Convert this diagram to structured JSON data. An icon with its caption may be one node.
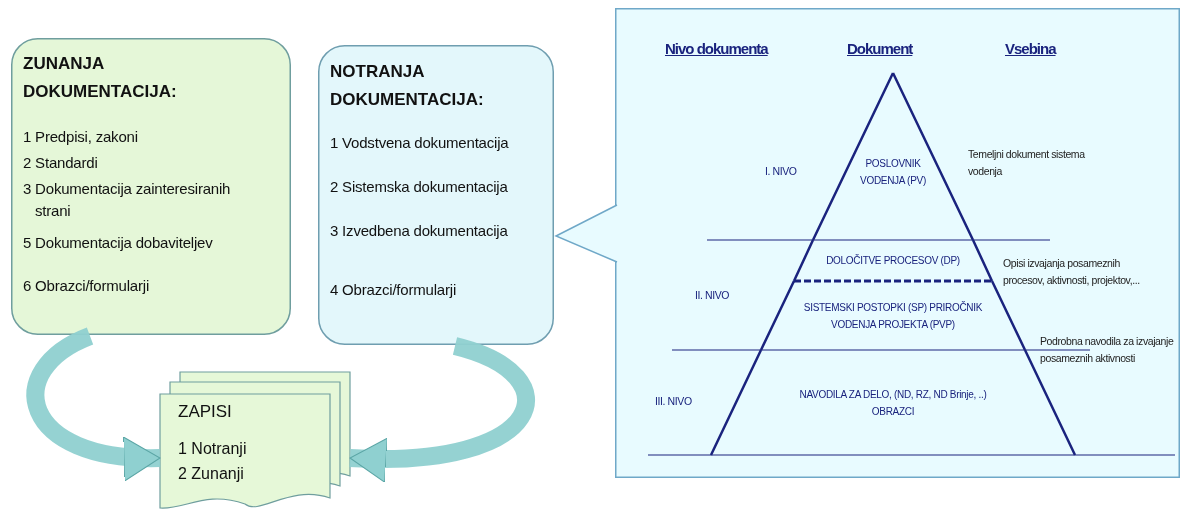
{
  "diagram": {
    "nodes": [
      {
        "text": [
          "ZUNANJA DOKUMENTACIJA:",
          "1 Predpisi, zakoni",
          "2 Standardi",
          "3 Dokumentacija zainteresiranih strani",
          "5 Dokumentacija dobaviteljev",
          "6 Obrazci/formularji"
        ]
      },
      {
        "text": [
          "NOTRANJA DOKUMENTACIJA:",
          "1 Vodstvena dokumentacija",
          "2 Sistemska dokumentacija",
          "3 Izvedbena dokumentacija",
          "4 Obrazci/formularji"
        ]
      },
      {
        "text": [
          "ZAPISI",
          "1 Notranji",
          "2 Zunanji"
        ]
      },
      {
        "text": [
          "Nivo dokumenta",
          "Dokument",
          "Vsebina"
        ]
      },
      {
        "text": [
          "POSLOVNIK VODENJA (PV)"
        ],
        "in": 3
      },
      {
        "text": [
          "DOLOČITVE PROCESOV (DP)"
        ],
        "in": 3
      },
      {
        "text": [
          "SISTEMSKI POSTOPKI (SP) PRIROČNIK VODENJA PROJEKTA (PVP)"
        ],
        "in": 3
      },
      {
        "text": [
          "NAVODILA ZA DELO, (ND, RZ, ND Brinje, ..) OBRAZCI"
        ],
        "in": 3
      }
    ],
    "edges": [
      {
        "from": 0,
        "to": 2,
        "arrow": "to"
      },
      {
        "from": 1,
        "to": 2,
        "arrow": "to"
      },
      {
        "from": 3,
        "to": 1,
        "arrow": "to"
      }
    ],
    "labels": [
      "I. NIVO",
      "Temeljni dokument sistema vodenja",
      "II. NIVO",
      "Opisi izvajanja posameznih procesov, aktivnosti, projektov,...",
      "III. NIVO",
      "Podrobna navodila za izvajanje posameznih aktivnosti"
    ]
  }
}
